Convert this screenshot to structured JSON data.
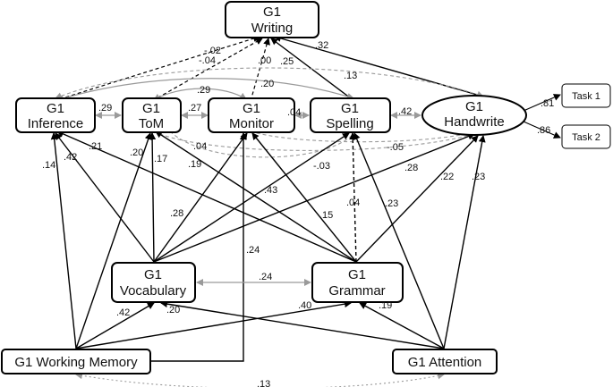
{
  "diagram": {
    "nodes": {
      "writing": {
        "line1": "G1",
        "line2": "Writing"
      },
      "inference": {
        "line1": "G1",
        "line2": "Inference"
      },
      "tom": {
        "line1": "G1",
        "line2": "ToM"
      },
      "monitor": {
        "line1": "G1",
        "line2": "Monitor"
      },
      "spelling": {
        "line1": "G1",
        "line2": "Spelling"
      },
      "handwrite": {
        "line1": "G1",
        "line2": "Handwrite"
      },
      "task1": {
        "label": "Task 1"
      },
      "task2": {
        "label": "Task 2"
      },
      "vocabulary": {
        "line1": "G1",
        "line2": "Vocabulary"
      },
      "grammar": {
        "line1": "G1",
        "line2": "Grammar"
      },
      "working_memory": {
        "label": "G1 Working Memory"
      },
      "attention": {
        "label": "G1 Attention"
      }
    },
    "coefficients": {
      "inf_writing": "-.02",
      "tom_writing": "-.04",
      "mon_writing": ".00",
      "spell_writing": ".25",
      "hand_writing": ".32",
      "inf_hand_top": ".13",
      "inf_spell": ".29",
      "tom_spell": ".20",
      "inf_tom": ".29",
      "tom_mon": ".27",
      "mon_spell": ".04",
      "spell_hand": ".42",
      "hand_task1": ".81",
      "hand_task2": ".86",
      "tom_hand_b": ".04",
      "mon_hand_b": "-.05",
      "tom_spell_b": "-.03",
      "wm_inf": ".14",
      "voc_inf": ".42",
      "gra_inf": ".21",
      "wm_tom": ".20",
      "voc_tom": ".17",
      "gra_tom": ".19",
      "voc_mon": ".28",
      "voc_spell": ".43",
      "gra_mon": ".15",
      "wm_mon": ".24",
      "gra_spell": ".04",
      "att_spell": ".23",
      "gra_hand": ".22",
      "att_hand": ".23",
      "voc_hand": ".28",
      "voc_gra": ".24",
      "wm_voc": ".42",
      "att_voc": ".20",
      "wm_gra": ".40",
      "att_gra": ".19",
      "wm_att": ".13"
    }
  }
}
